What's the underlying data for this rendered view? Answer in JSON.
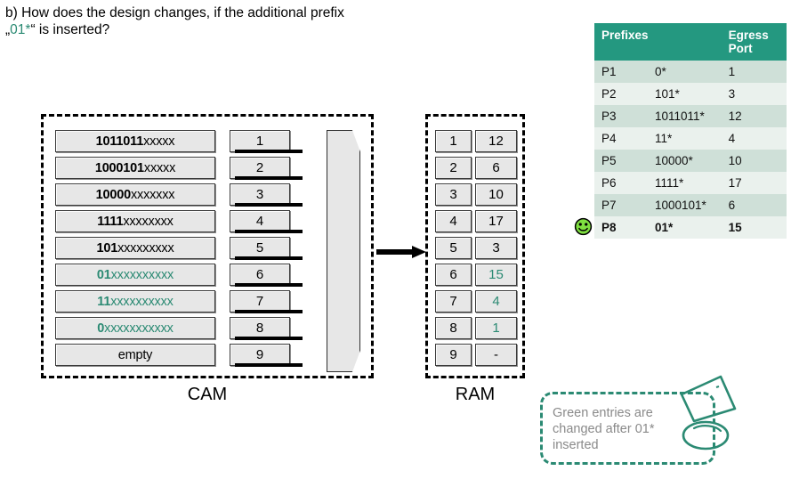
{
  "question": {
    "line1": "b) How does the design changes, if the additional prefix",
    "quote_open": "„",
    "highlight": "01*",
    "quote_close": "“",
    "line2_rest": " is inserted?"
  },
  "colors": {
    "accent_green": "#2b8a73",
    "table_header": "#249880",
    "row_dark": "#cfe0d8",
    "row_light": "#eaf1ed",
    "smiley_green": "#7fe040",
    "cell_gray": "#e7e7e7",
    "callout_text": "#8a8a8a"
  },
  "cam": {
    "label": "CAM",
    "rows": [
      {
        "prefix": "1011011",
        "wildcard": "xxxxx",
        "index": "1",
        "changed": false
      },
      {
        "prefix": "1000101",
        "wildcard": "xxxxx",
        "index": "2",
        "changed": false
      },
      {
        "prefix": "10000",
        "wildcard": "xxxxxxx",
        "index": "3",
        "changed": false
      },
      {
        "prefix": "1111",
        "wildcard": "xxxxxxxx",
        "index": "4",
        "changed": false
      },
      {
        "prefix": "101",
        "wildcard": "xxxxxxxxx",
        "index": "5",
        "changed": false
      },
      {
        "prefix": "01",
        "wildcard": "xxxxxxxxxx",
        "index": "6",
        "changed": true
      },
      {
        "prefix": "11",
        "wildcard": "xxxxxxxxxx",
        "index": "7",
        "changed": true
      },
      {
        "prefix": "0",
        "wildcard": "xxxxxxxxxxx",
        "index": "8",
        "changed": true
      },
      {
        "prefix": "",
        "wildcard": "empty",
        "index": "9",
        "changed": false,
        "empty": true
      }
    ]
  },
  "ram": {
    "label": "RAM",
    "rows": [
      {
        "index": "1",
        "value": "12",
        "changed": false
      },
      {
        "index": "2",
        "value": "6",
        "changed": false
      },
      {
        "index": "3",
        "value": "10",
        "changed": false
      },
      {
        "index": "4",
        "value": "17",
        "changed": false
      },
      {
        "index": "5",
        "value": "3",
        "changed": false
      },
      {
        "index": "6",
        "value": "15",
        "changed": true
      },
      {
        "index": "7",
        "value": "4",
        "changed": true
      },
      {
        "index": "8",
        "value": "1",
        "changed": true
      },
      {
        "index": "9",
        "value": "-",
        "changed": false
      }
    ]
  },
  "prefix_table": {
    "headers": {
      "prefixes": "Prefixes",
      "egress_port": "Egress Port"
    },
    "rows": [
      {
        "name": "P1",
        "prefix": "0*",
        "port": "1",
        "highlight": false
      },
      {
        "name": "P2",
        "prefix": "101*",
        "port": "3",
        "highlight": false
      },
      {
        "name": "P3",
        "prefix": "1011011*",
        "port": "12",
        "highlight": false
      },
      {
        "name": "P4",
        "prefix": "11*",
        "port": "4",
        "highlight": false
      },
      {
        "name": "P5",
        "prefix": "10000*",
        "port": "10",
        "highlight": false
      },
      {
        "name": "P6",
        "prefix": "1111*",
        "port": "17",
        "highlight": false
      },
      {
        "name": "P7",
        "prefix": "1000101*",
        "port": "6",
        "highlight": false
      },
      {
        "name": "P8",
        "prefix": "01*",
        "port": "15",
        "highlight": true
      }
    ]
  },
  "callout": {
    "text": "Green entries are changed after 01* inserted"
  }
}
